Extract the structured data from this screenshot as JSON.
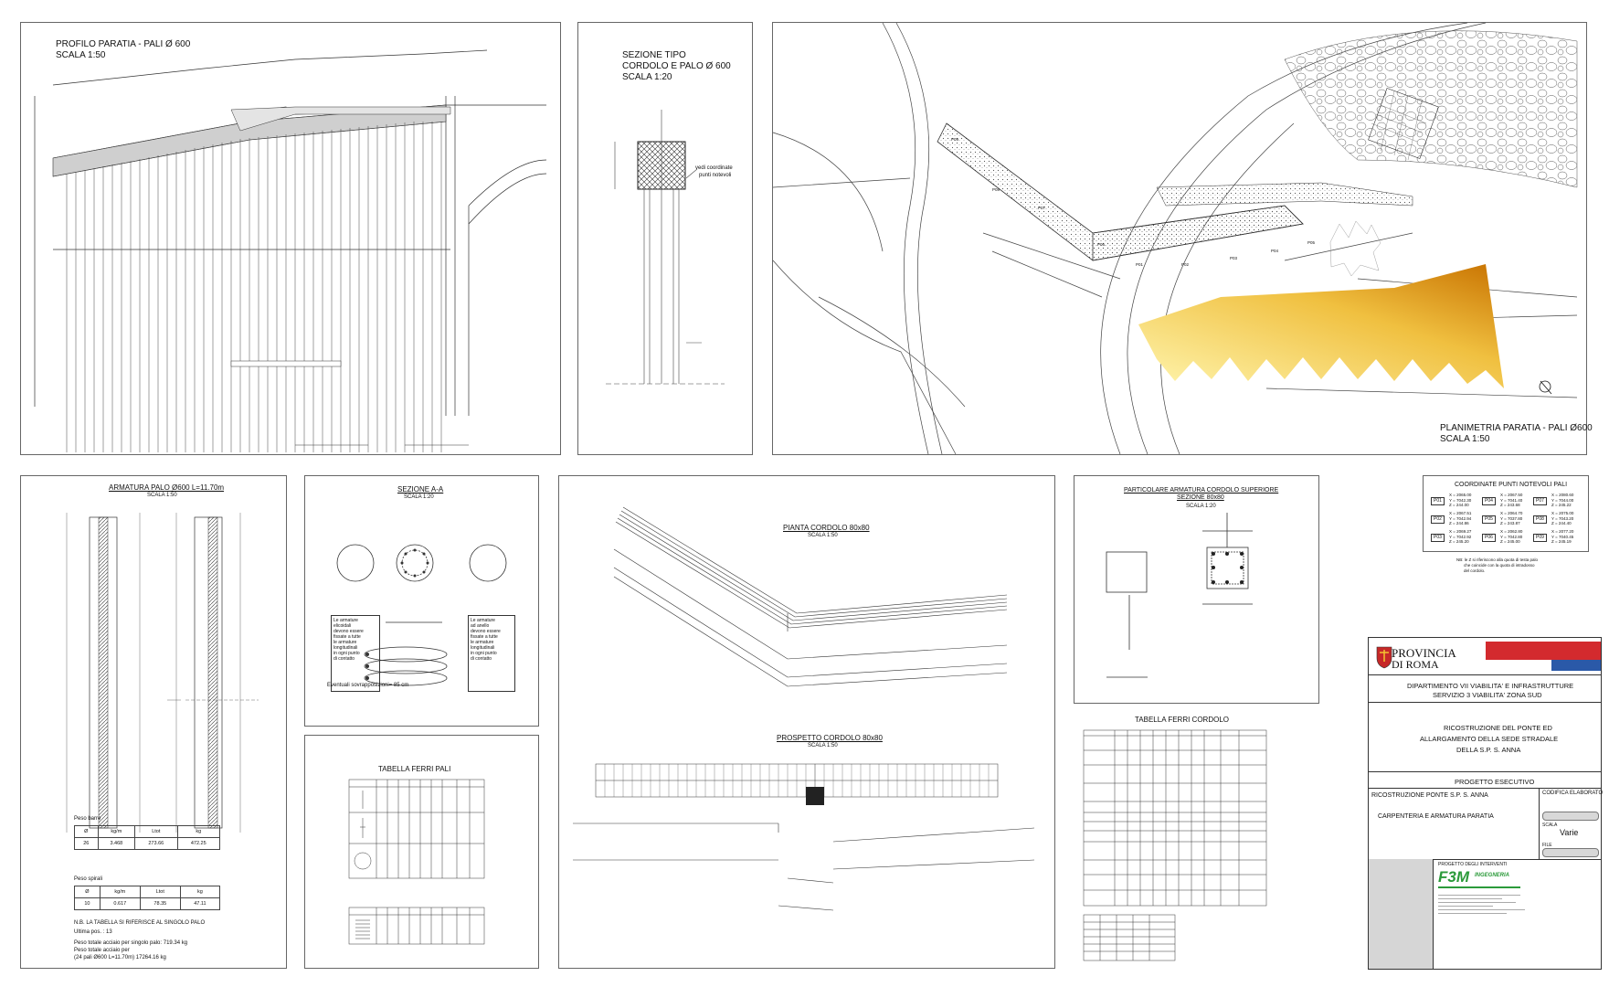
{
  "panels": {
    "profile": {
      "title": "PROFILO  PARATIA - PALI Ø 600",
      "scale": "SCALA 1:50"
    },
    "section_type": {
      "title1": "SEZIONE TIPO",
      "title2": "CORDOLO E PALO Ø 600",
      "scale": "SCALA 1:20",
      "note1": "vedi coordinate",
      "note2": "punti notevoli"
    },
    "plan": {
      "title": "PLANIMETRIA  PARATIA - PALI Ø600",
      "scale": "SCALA 1:50",
      "point_labels": [
        "P01",
        "P02",
        "P03",
        "P04",
        "P05",
        "P06",
        "P07",
        "P08",
        "P09"
      ]
    },
    "armatura_palo": {
      "title": "ARMATURA PALO Ø600  L=11.70m",
      "scale": "SCALA 1:50",
      "peso_barre_label": "Peso barre",
      "peso_barre_headers": [
        "Ø",
        "kg/m",
        "Ltot",
        "kg"
      ],
      "peso_barre_row": [
        "26",
        "3.468",
        "273.66",
        "472.25"
      ],
      "peso_spirali_label": "Peso spirali",
      "peso_spirali_headers": [
        "Ø",
        "kg/m",
        "Ltot",
        "kg"
      ],
      "peso_spirali_row": [
        "10",
        "0.617",
        "78.35",
        "47.11"
      ],
      "notes": [
        "N.B. LA TABELLA SI RIFERISCE AL SINGOLO PALO",
        "Ultima pos. : 13",
        "Peso totale acciaio per singolo palo: 719.34 kg",
        "Peso totale acciaio per",
        "(24 pali Ø600 L=11.70m) 17264.16 kg"
      ]
    },
    "sezione_aa": {
      "title": "SEZIONE A-A",
      "scale": "SCALA 1:20",
      "note_left": [
        "Le armature",
        "elicoidali",
        "devono essere",
        "fissate a tutte",
        "le armature",
        "longitudinali",
        "in ogni punto",
        "di contatto"
      ],
      "note_right": [
        "Le armature",
        "ad anello",
        "devono essere",
        "fissate a tutte",
        "le armature",
        "longitudinali",
        "in ogni punto",
        "di contatto"
      ],
      "overlap": "Eventuali sovrapposizioni= 85 cm"
    },
    "tabella_pali": {
      "title": "TABELLA FERRI PALI"
    },
    "pianta_cordolo": {
      "title": "PIANTA CORDOLO  80x80",
      "scale": "SCALA 1:50"
    },
    "prospetto_cordolo": {
      "title": "PROSPETTO CORDOLO 80x80",
      "scale": "SCALA 1:50"
    },
    "particolare": {
      "title1": "PARTICOLARE ARMATURA CORDOLO SUPERIORE",
      "title2": "SEZIONE 80x80",
      "scale": "SCALA 1:20"
    },
    "tabella_cordolo": {
      "title": "TABELLA FERRI CORDOLO"
    },
    "coordinate": {
      "title": "COORDINATE PUNTI NOTEVOLI PALI",
      "points": [
        {
          "id": "P01",
          "x": "X = 2065.00",
          "y": "Y = 7042.30",
          "z": "Z = 244.00"
        },
        {
          "id": "P02",
          "x": "X = 2067.51",
          "y": "Y = 7042.94",
          "z": "Z = 244.86"
        },
        {
          "id": "P03",
          "x": "X = 2069.27",
          "y": "Y = 7042.92",
          "z": "Z = 245.20"
        },
        {
          "id": "P04",
          "x": "X = 2067.50",
          "y": "Y = 7041.40",
          "z": "Z = 243.68"
        },
        {
          "id": "P05",
          "x": "X = 2064.70",
          "y": "Y = 7037.80",
          "z": "Z = 243.87"
        },
        {
          "id": "P06",
          "x": "X = 2062.80",
          "y": "Y = 7042.80",
          "z": "Z = 245.00"
        },
        {
          "id": "P07",
          "x": "X = 2080.60",
          "y": "Y = 7044.00",
          "z": "Z = 245.22"
        },
        {
          "id": "P08",
          "x": "X = 2075.00",
          "y": "Y = 7043.20",
          "z": "Z = 244.40"
        },
        {
          "id": "P09",
          "x": "X = 2077.20",
          "y": "Y = 7040.45",
          "z": "Z = 245.19"
        }
      ],
      "note": [
        "NB: le Z si riferiscono alla quota di testa palo",
        "che coincide con la quota di intradosso",
        "del cordolo."
      ]
    }
  },
  "title_block": {
    "province_line1": "PROVINCIA",
    "province_line2": "DI ROMA",
    "department_line1": "DIPARTIMENTO VII VIABILITA'  E INFRASTRUTTURE",
    "department_line2": "SERVIZIO 3 VIABILITA' ZONA SUD",
    "project_line1": "RICOSTRUZIONE DEL PONTE ED",
    "project_line2": "ALLARGAMENTO DELLA SEDE STRADALE",
    "project_line3": "DELLA S.P. S. ANNA",
    "phase": "PROGETTO ESECUTIVO",
    "subject1": "RICOSTRUZIONE PONTE S.P. S. ANNA",
    "subject2": "CARPENTERIA  E ARMATURA PARATIA",
    "codifica_label": "CODIFICA ELABORATO",
    "scala_label": "SCALA",
    "scala_value": "Varie",
    "file_label": "FILE",
    "progetto_label": "PROGETTO DEGLI INTERVENTI",
    "firm_logo": "F3M",
    "firm_sub": "INGEGNERIA"
  },
  "colors": {
    "brand_red": "#d32a2e",
    "brand_blue": "#2a59a8",
    "firm_green": "#2b9a3a",
    "gradient_dark": "#c87200",
    "gradient_light": "#fff6b0"
  }
}
